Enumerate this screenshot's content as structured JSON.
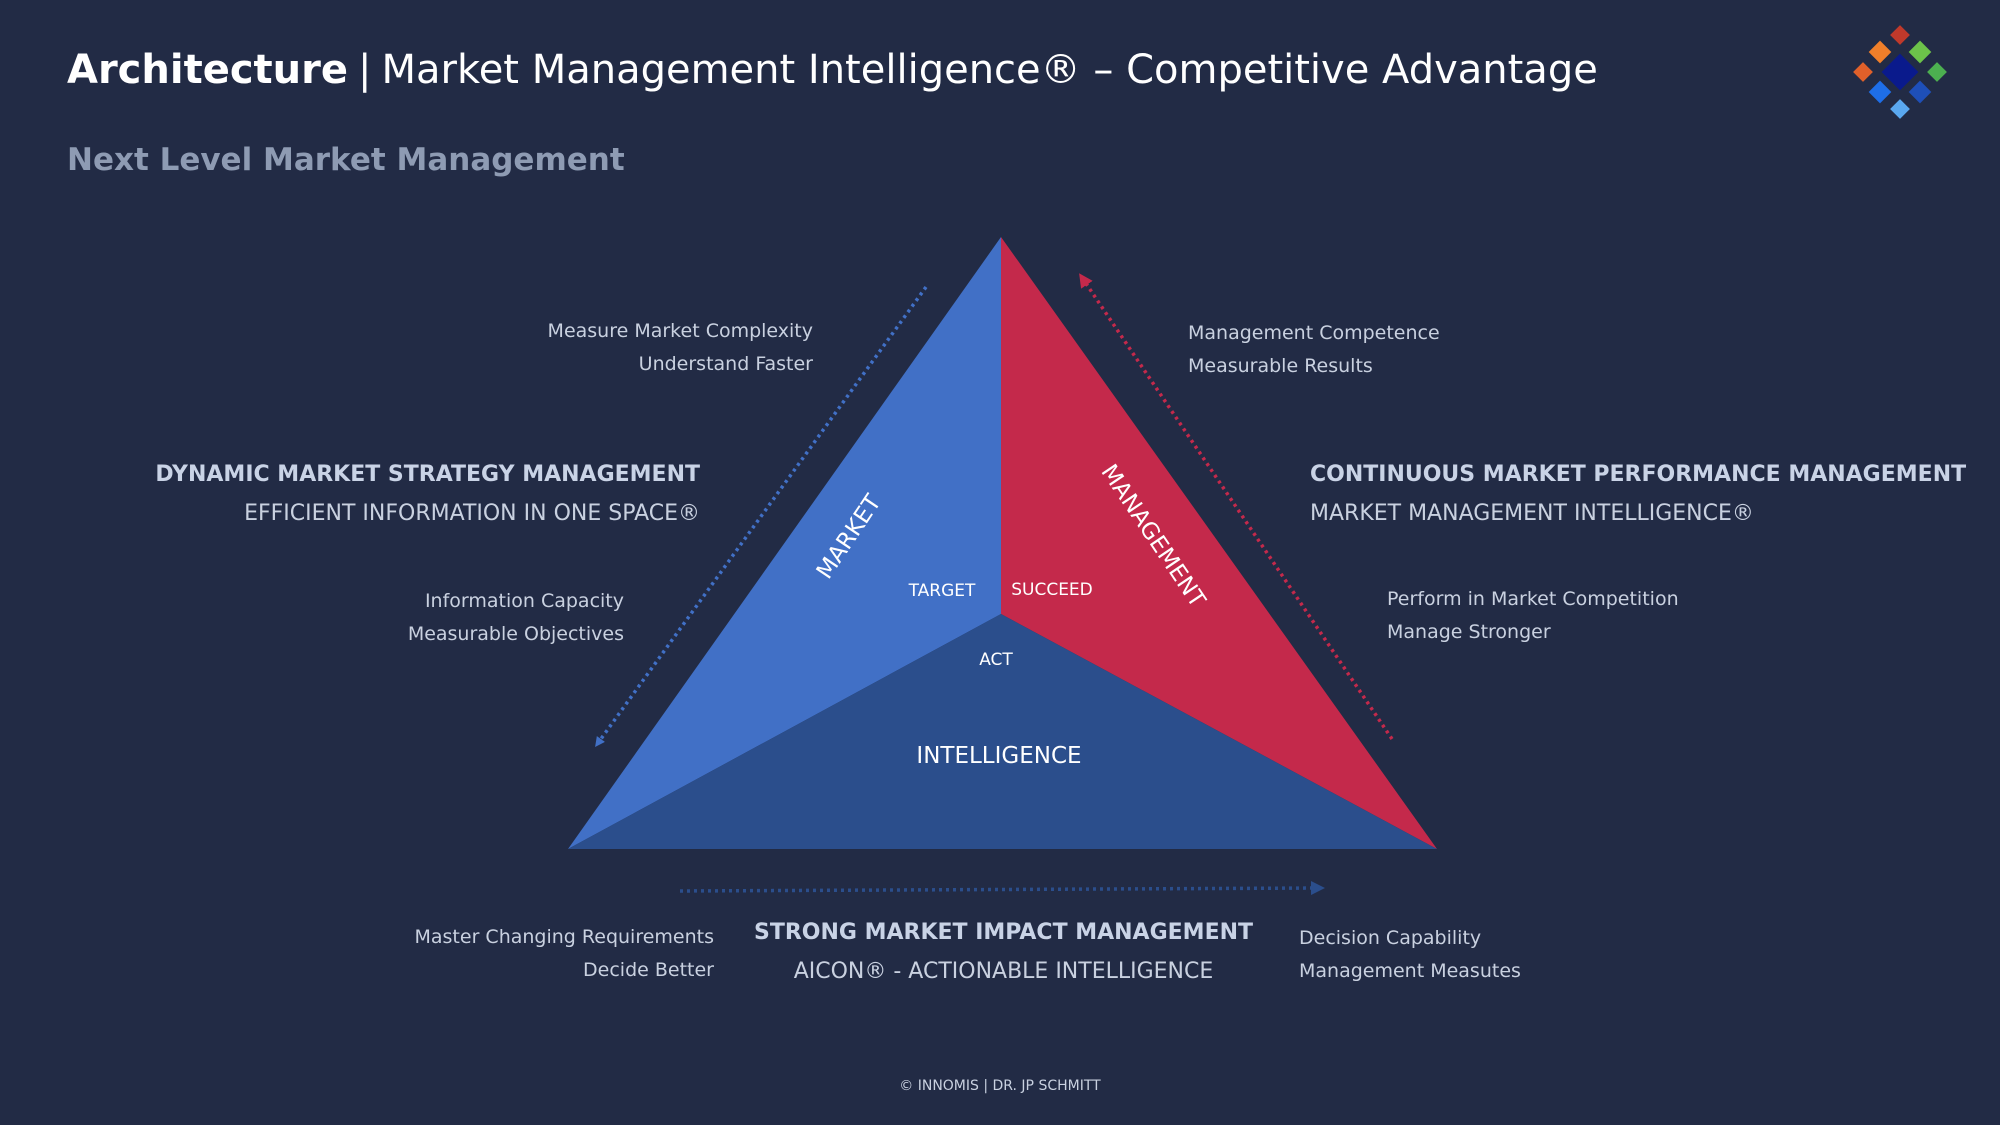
{
  "header": {
    "title_bold": "Architecture",
    "title_sep": "|",
    "title_rest": "Market Management Intelligence® – Competitive Advantage",
    "subtitle": "Next Level Market Management"
  },
  "triangle": {
    "market_label": "MARKET",
    "management_label": "MANAGEMENT",
    "intelligence_label": "INTELLIGENCE",
    "target_label": "TARGET",
    "succeed_label": "SUCCEED",
    "act_label": "ACT",
    "colors": {
      "market": "#4170c6",
      "management": "#c4294b",
      "intelligence": "#2b4e8c"
    }
  },
  "left_block": {
    "top_line1": "Measure Market Complexity",
    "top_line2": "Understand Faster",
    "heading": "DYNAMIC MARKET STRATEGY MANAGEMENT",
    "subheading": "EFFICIENT INFORMATION IN ONE SPACE®",
    "bottom_line1": "Information Capacity",
    "bottom_line2": "Measurable Objectives"
  },
  "right_block": {
    "top_line1": "Management Competence",
    "top_line2": "Measurable Results",
    "heading": "CONTINUOUS MARKET PERFORMANCE MANAGEMENT",
    "subheading": "MARKET MANAGEMENT INTELLIGENCE®",
    "bottom_line1": "Perform in Market Competition",
    "bottom_line2": "Manage Stronger"
  },
  "bottom_block": {
    "left_line1": "Master Changing Requirements",
    "left_line2": "Decide Better",
    "heading": "STRONG MARKET IMPACT MANAGEMENT",
    "subheading": "AICON® - ACTIONABLE INTELLIGENCE",
    "right_line1": "Decision Capability",
    "right_line2": "Management Measutes"
  },
  "footer": {
    "text": "© INNOMIS | DR. JP SCHMITT"
  }
}
